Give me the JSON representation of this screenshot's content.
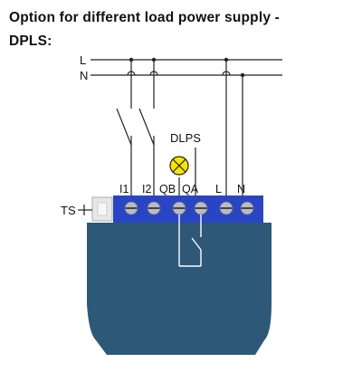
{
  "title": {
    "line1": "Option for different load power supply -",
    "line2": "DPLS:"
  },
  "wiring": {
    "line_label": "L",
    "neutral_label": "N",
    "load_label": "DLPS",
    "ts_label": "TS"
  },
  "terminals": [
    "I1",
    "I2",
    "QB",
    "QA",
    "L",
    "N"
  ],
  "colors": {
    "module_body": "#2d5878",
    "terminal_block": "#2a45c4",
    "screw": "#b8bcc8",
    "lamp": "#f5e500",
    "wire": "#222222"
  },
  "icons": {
    "lamp": "lamp-icon",
    "switch": "switch-icon",
    "relay": "relay-contact-icon",
    "sensor": "temperature-sensor-icon"
  }
}
